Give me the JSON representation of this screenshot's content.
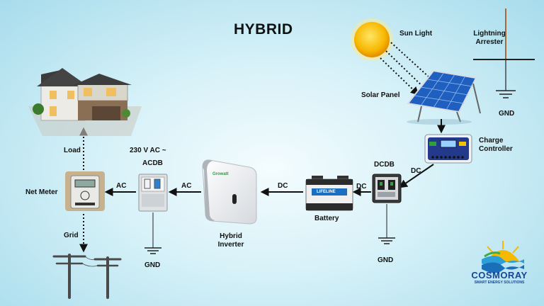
{
  "title": "HYBRID",
  "labels": {
    "sun_light": "Sun Light",
    "lightning_arrester": "Lightning Arrester",
    "solar_panel": "Solar Panel",
    "gnd_top": "GND",
    "charge_controller": "Charge Controller",
    "dc_controller_dcdb": "DC",
    "dcdb": "DCDB",
    "dc_dcdb_battery": "DC",
    "battery": "Battery",
    "gnd_dcdb": "GND",
    "dc_battery_inverter": "DC",
    "hybrid_inverter": "Hybrid Inverter",
    "ac_inverter_acdb": "AC",
    "ac_voltage": "230 V AC ~",
    "acdb": "ACDB",
    "gnd_acdb": "GND",
    "ac_acdb_meter": "AC",
    "net_meter": "Net Meter",
    "load": "Load",
    "grid": "Grid"
  },
  "device_text": {
    "inverter_brand": "Growatt",
    "battery_brand": "LIFELINE"
  },
  "brand": {
    "name": "COSMORAY",
    "tagline": "SMART ENERGY SOLUTIONS"
  },
  "colors": {
    "arrow": "#111111",
    "brand_blue": "#17458f",
    "sun": "#f7b800",
    "panel": "#1f5fbf",
    "inverter_accent": "#2e9e3e"
  }
}
